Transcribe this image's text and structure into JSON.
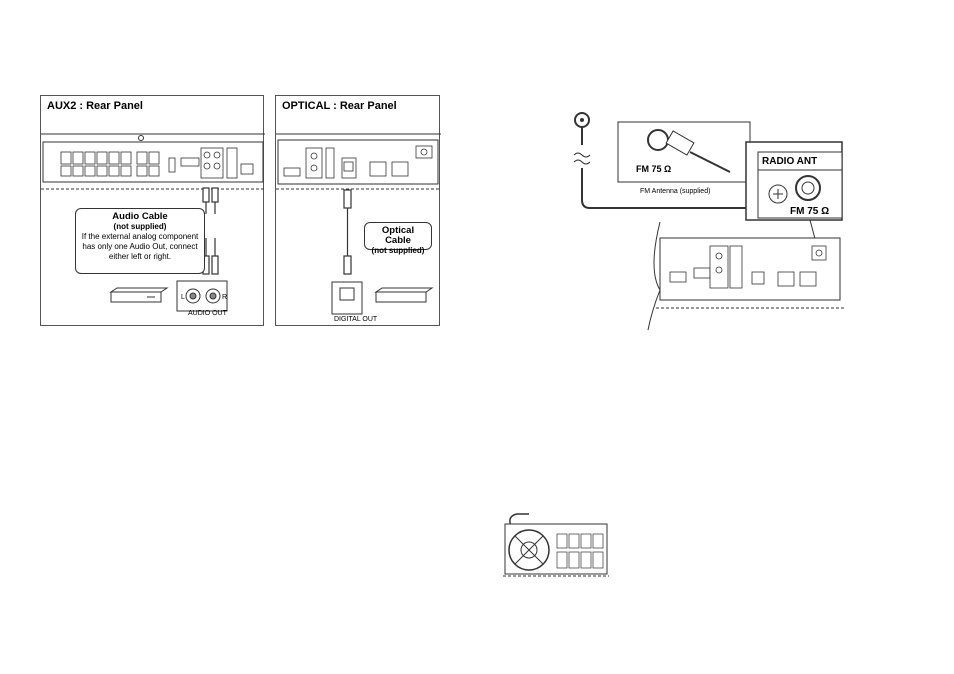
{
  "aux2": {
    "title": "AUX2 : Rear Panel",
    "cable_title": "Audio Cable",
    "cable_sub": "(not supplied)",
    "cable_note": "If the external analog component has only one Audio Out, connect either left or right.",
    "left_label": "L",
    "right_label": "R",
    "port_label": "AUDIO OUT"
  },
  "optical": {
    "title": "OPTICAL : Rear Panel",
    "cable_title": "Optical Cable",
    "cable_sub": "(not supplied)",
    "port_label": "DIGITAL OUT"
  },
  "antenna": {
    "connector_title": "RADIO ANT",
    "fm_zoom_label": "FM 75 Ω",
    "fm_port_label": "FM 75 Ω",
    "antenna_caption": "FM Antenna (supplied)"
  }
}
